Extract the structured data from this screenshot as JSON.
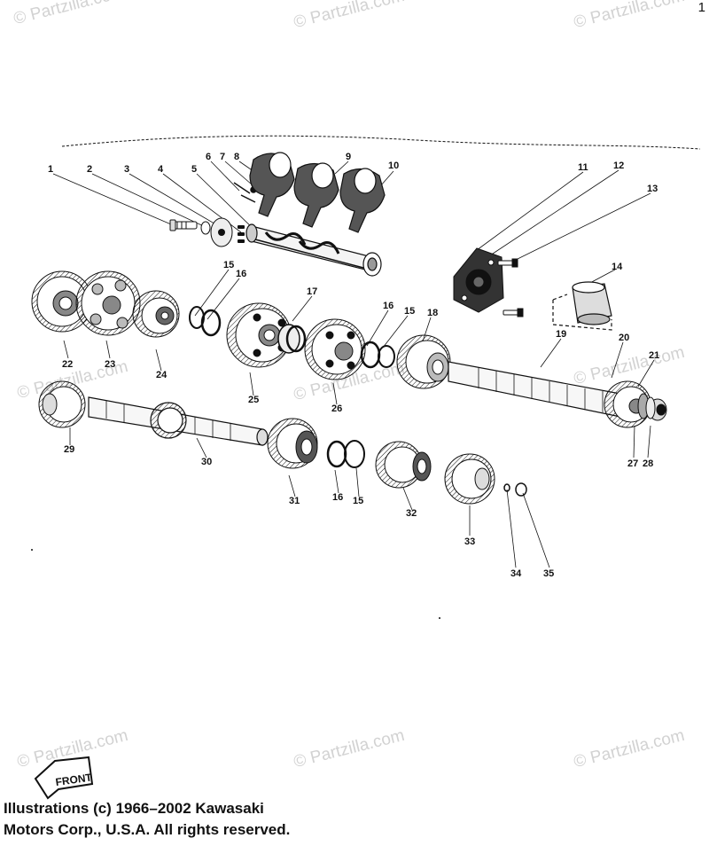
{
  "watermark": {
    "text": "© Partzilla.com"
  },
  "corner_mark": "1",
  "front_label": "FRONT",
  "copyright": {
    "line1": "Illustrations (c) 1966–2002 Kawasaki",
    "line2": "Motors Corp., U.S.A.  All rights reserved."
  },
  "callouts": [
    "1",
    "2",
    "3",
    "4",
    "5",
    "6",
    "7",
    "8",
    "9",
    "10",
    "11",
    "12",
    "13",
    "14",
    "15",
    "16",
    "17",
    "15",
    "16",
    "18",
    "19",
    "20",
    "21",
    "22",
    "23",
    "24",
    "25",
    "26",
    "27",
    "28",
    "29",
    "30",
    "31",
    "16",
    "15",
    "32",
    "33",
    "34",
    "35"
  ],
  "colors": {
    "ink": "#111111",
    "watermark": "#d2d2d2",
    "background": "#ffffff"
  }
}
